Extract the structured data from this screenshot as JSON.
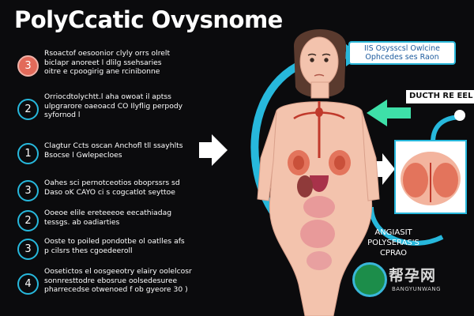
{
  "title": "PolyCcatic Ovysnome",
  "steps": [
    {
      "badge": "3",
      "badge_style": "red",
      "lines": [
        "Rsoactof oesoonior clyly orrs olrelt",
        "biclapr anoreet l dlilg ssehsaries",
        "oitre e cpoogirig ane rcinibonne"
      ]
    },
    {
      "badge": "2",
      "badge_style": "blue",
      "lines": [
        "Orriocdtolychtt.l aha owoat il aptss",
        "ulpgrarore oaeoacd CO Ilyflig perpody",
        "syfornod l"
      ]
    },
    {
      "badge": "1",
      "badge_style": "blue",
      "lines": [
        "Clagtur Ccts oscan Anchofl tll ssayhlts",
        "Bsocse l Gwlepecloes"
      ]
    },
    {
      "badge": "3",
      "badge_style": "blue",
      "lines": [
        "Oahes sci pernotceotios oboprssrs sd",
        "Daso oK CAYO ci s cogcatlot seyttoe"
      ]
    },
    {
      "badge": "2",
      "badge_style": "blue",
      "lines": [
        "Ooeoe elile ereteeeoe eecathiadag",
        "tessgs. ab oadiarties"
      ]
    },
    {
      "badge": "3",
      "badge_style": "blue",
      "lines": [
        "Ooste to poiled pondotbe ol oatlles afs",
        "p cilsrs thes cgoedeeroll"
      ]
    },
    {
      "badge": "4",
      "badge_style": "blue",
      "lines": [
        "Oosetictos el oosgeeotry elairy oolelcosr",
        "sonnresttodre ebosrue oolsedesuree",
        "pharrecedse otwenoed f ob gyeore 30 )"
      ]
    }
  ],
  "callout_box": [
    "IIS Osysscsl Owlcine",
    "Ophcedes ses Raon"
  ],
  "side_label": "DUCTH RE EEL",
  "diagram_label": [
    "ANGIASIT",
    "POLYSERAS'S",
    "CPRAO"
  ],
  "watermark": {
    "cn": "帮孕网",
    "en": "BANGYUNWANG"
  },
  "colors": {
    "accent": "#27b8dc",
    "background": "#0b0b0d",
    "skin": "#f3c3ad",
    "organ_red": "#c0392b",
    "badge_red": "#e26a5a"
  }
}
